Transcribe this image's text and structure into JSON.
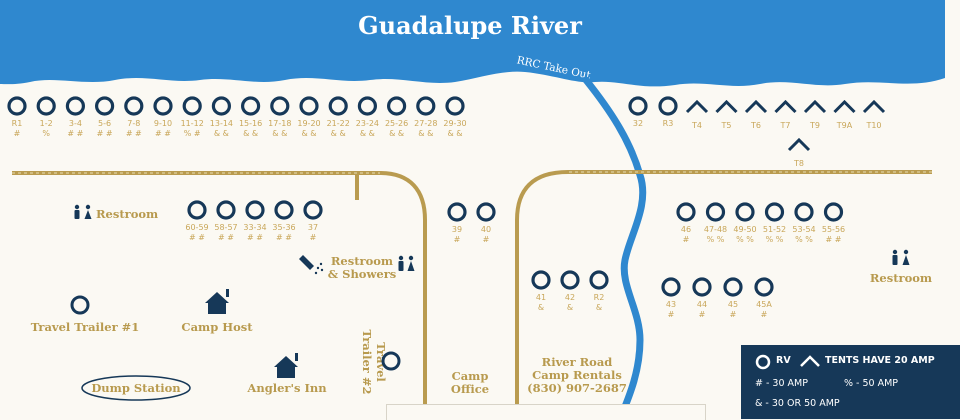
{
  "river": {
    "name": "Guadalupe River",
    "takeout_label": "RRC Take Out"
  },
  "colors": {
    "river": "#2f88cf",
    "road": "#b99b4f",
    "site_ring": "#163858",
    "label": "#c9a75a",
    "place_label": "#b89a4e",
    "legend_bg": "#163858"
  },
  "rows": {
    "top_left": [
      {
        "label": "R1",
        "amp": "#"
      },
      {
        "label": "1-2",
        "amp": "%"
      },
      {
        "label": "3-4",
        "amp": "# #"
      },
      {
        "label": "5-6",
        "amp": "# #"
      },
      {
        "label": "7-8",
        "amp": "# #"
      },
      {
        "label": "9-10",
        "amp": "# #"
      },
      {
        "label": "11-12",
        "amp": "% #"
      },
      {
        "label": "13-14",
        "amp": "& &"
      },
      {
        "label": "15-16",
        "amp": "& &"
      },
      {
        "label": "17-18",
        "amp": "& &"
      },
      {
        "label": "19-20",
        "amp": "& &"
      },
      {
        "label": "21-22",
        "amp": "& &"
      },
      {
        "label": "23-24",
        "amp": "& &"
      },
      {
        "label": "25-26",
        "amp": "& &"
      },
      {
        "label": "27-28",
        "amp": "& &"
      },
      {
        "label": "29-30",
        "amp": "& &"
      }
    ],
    "top_right_rv": [
      {
        "label": "32",
        "amp": ""
      },
      {
        "label": "R3",
        "amp": ""
      }
    ],
    "tents": [
      "T4",
      "T5",
      "T6",
      "T7",
      "T9",
      "T9A",
      "T10"
    ],
    "tent_lower": "T8",
    "mid_left": [
      {
        "label": "60-59",
        "amp": "# #"
      },
      {
        "label": "58-57",
        "amp": "# #"
      },
      {
        "label": "33-34",
        "amp": "# #"
      },
      {
        "label": "35-36",
        "amp": "# #"
      },
      {
        "label": "37",
        "amp": "#"
      }
    ],
    "center": [
      {
        "label": "39",
        "amp": "#"
      },
      {
        "label": "40",
        "amp": "#"
      }
    ],
    "right_upper": [
      {
        "label": "46",
        "amp": "#"
      },
      {
        "label": "47-48",
        "amp": "% %"
      },
      {
        "label": "49-50",
        "amp": "% %"
      },
      {
        "label": "51-52",
        "amp": "% %"
      },
      {
        "label": "53-54",
        "amp": "% %"
      },
      {
        "label": "55-56",
        "amp": "# #"
      }
    ],
    "center_lower": [
      {
        "label": "41",
        "amp": "&"
      },
      {
        "label": "42",
        "amp": "&"
      },
      {
        "label": "R2",
        "amp": "&"
      }
    ],
    "right_lower": [
      {
        "label": "43",
        "amp": "#"
      },
      {
        "label": "44",
        "amp": "#"
      },
      {
        "label": "45",
        "amp": "#"
      },
      {
        "label": "45A",
        "amp": "#"
      }
    ]
  },
  "places": {
    "restroom_left": "Restroom",
    "restroom_showers_1": "Restroom",
    "restroom_showers_2": "& Showers",
    "restroom_right": "Restroom",
    "travel_trailer_1": "Travel Trailer #1",
    "camp_host": "Camp Host",
    "dump_station": "Dump Station",
    "anglers_inn": "Angler's Inn",
    "travel_trailer_2a": "Travel",
    "travel_trailer_2b": "Trailer #2",
    "camp_office_1": "Camp",
    "camp_office_2": "Office",
    "rentals_1": "River Road",
    "rentals_2": "Camp Rentals",
    "rentals_phone": "(830) 907-2687"
  },
  "legend": {
    "rv": "RV",
    "tents": "TENTS HAVE 20 AMP",
    "amp30": "# - 30 AMP",
    "amp50": "% - 50 AMP",
    "amp3050": "& - 30 OR 50 AMP"
  }
}
